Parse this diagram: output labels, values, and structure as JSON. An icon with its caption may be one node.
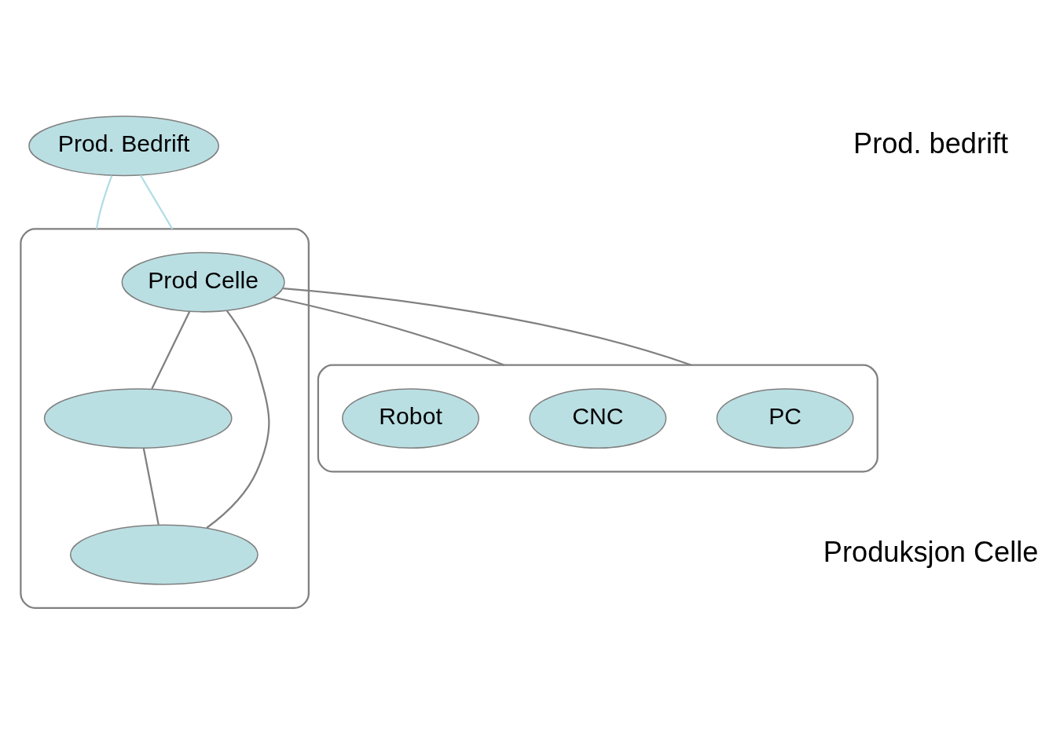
{
  "diagram": {
    "nodes": [
      {
        "text": [
          "Prod. Bedrift"
        ]
      },
      {
        "text": [],
        "shape": "ellipse"
      },
      {
        "text": [
          "Prod Celle"
        ],
        "in": 1
      },
      {
        "text": [],
        "shape": "ellipse",
        "in": 1
      },
      {
        "text": [],
        "shape": "ellipse",
        "in": 1
      },
      {
        "text": [],
        "shape": "ellipse"
      },
      {
        "text": [
          "PC"
        ],
        "in": 5
      },
      {
        "text": [
          "CNC"
        ],
        "in": 5
      },
      {
        "text": [
          "Robot"
        ],
        "in": 5
      }
    ],
    "edges": [
      {
        "from": 0,
        "to": 1,
        "arrow": "none",
        "color": "#b0dde4"
      },
      {
        "from": 0,
        "to": 1,
        "arrow": "none",
        "color": "#b0dde4"
      },
      {
        "from": 2,
        "to": 3,
        "arrow": "none"
      },
      {
        "from": 2,
        "to": 4,
        "arrow": "none"
      },
      {
        "from": 3,
        "to": 4,
        "arrow": "none"
      },
      {
        "from": 2,
        "to": 5,
        "arrow": "none"
      },
      {
        "from": 2,
        "to": 5,
        "arrow": "none"
      }
    ],
    "labels": [
      "Prod. bedrift",
      "Produksjon Celle"
    ]
  }
}
